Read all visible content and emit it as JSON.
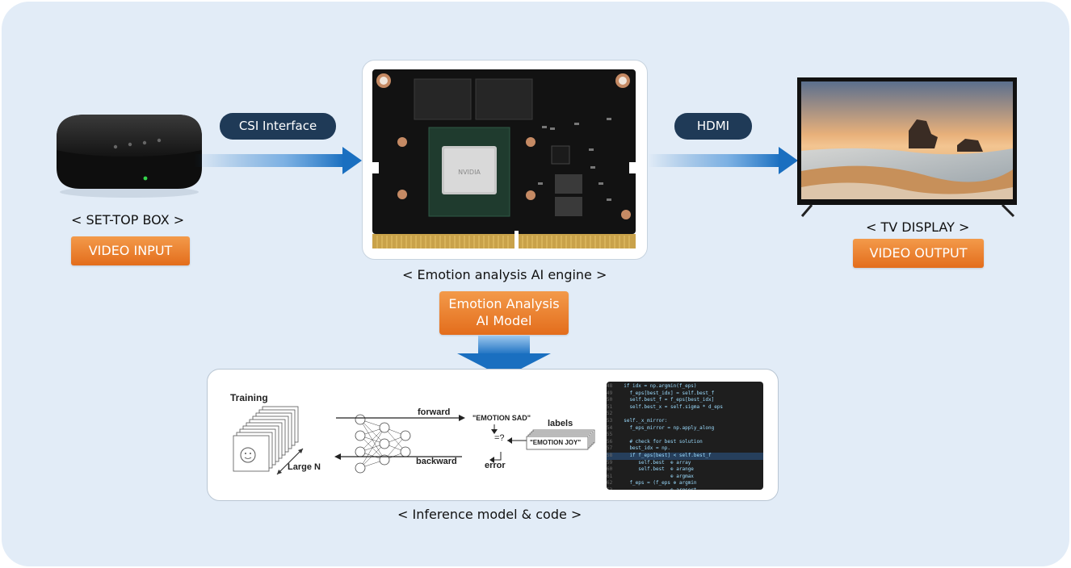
{
  "set_top_box": {
    "caption": "< SET-TOP BOX >",
    "badge": "VIDEO INPUT"
  },
  "csi": {
    "label": "CSI Interface"
  },
  "engine": {
    "caption": "< Emotion analysis AI engine >",
    "chip_text": "NVIDIA"
  },
  "model": {
    "line1": "Emotion Analysis",
    "line2": "AI Model"
  },
  "hdmi": {
    "label": "HDMI"
  },
  "tv": {
    "caption": "< TV DISPLAY >",
    "badge": "VIDEO OUTPUT"
  },
  "inference": {
    "caption": "< Inference model & code >",
    "training": "Training",
    "large_n": "Large N",
    "forward": "forward",
    "backward": "backward",
    "emotion_sad": "\"EMOTION SAD\"",
    "labels": "labels",
    "emotion_joy": "\"EMOTION JOY\"",
    "compare": "=?",
    "error": "error"
  },
  "colors": {
    "orange": "#e8721f",
    "navy": "#1f3a57",
    "arrow_blue": "#1a6fc0",
    "panel": "#e2ecf7"
  }
}
